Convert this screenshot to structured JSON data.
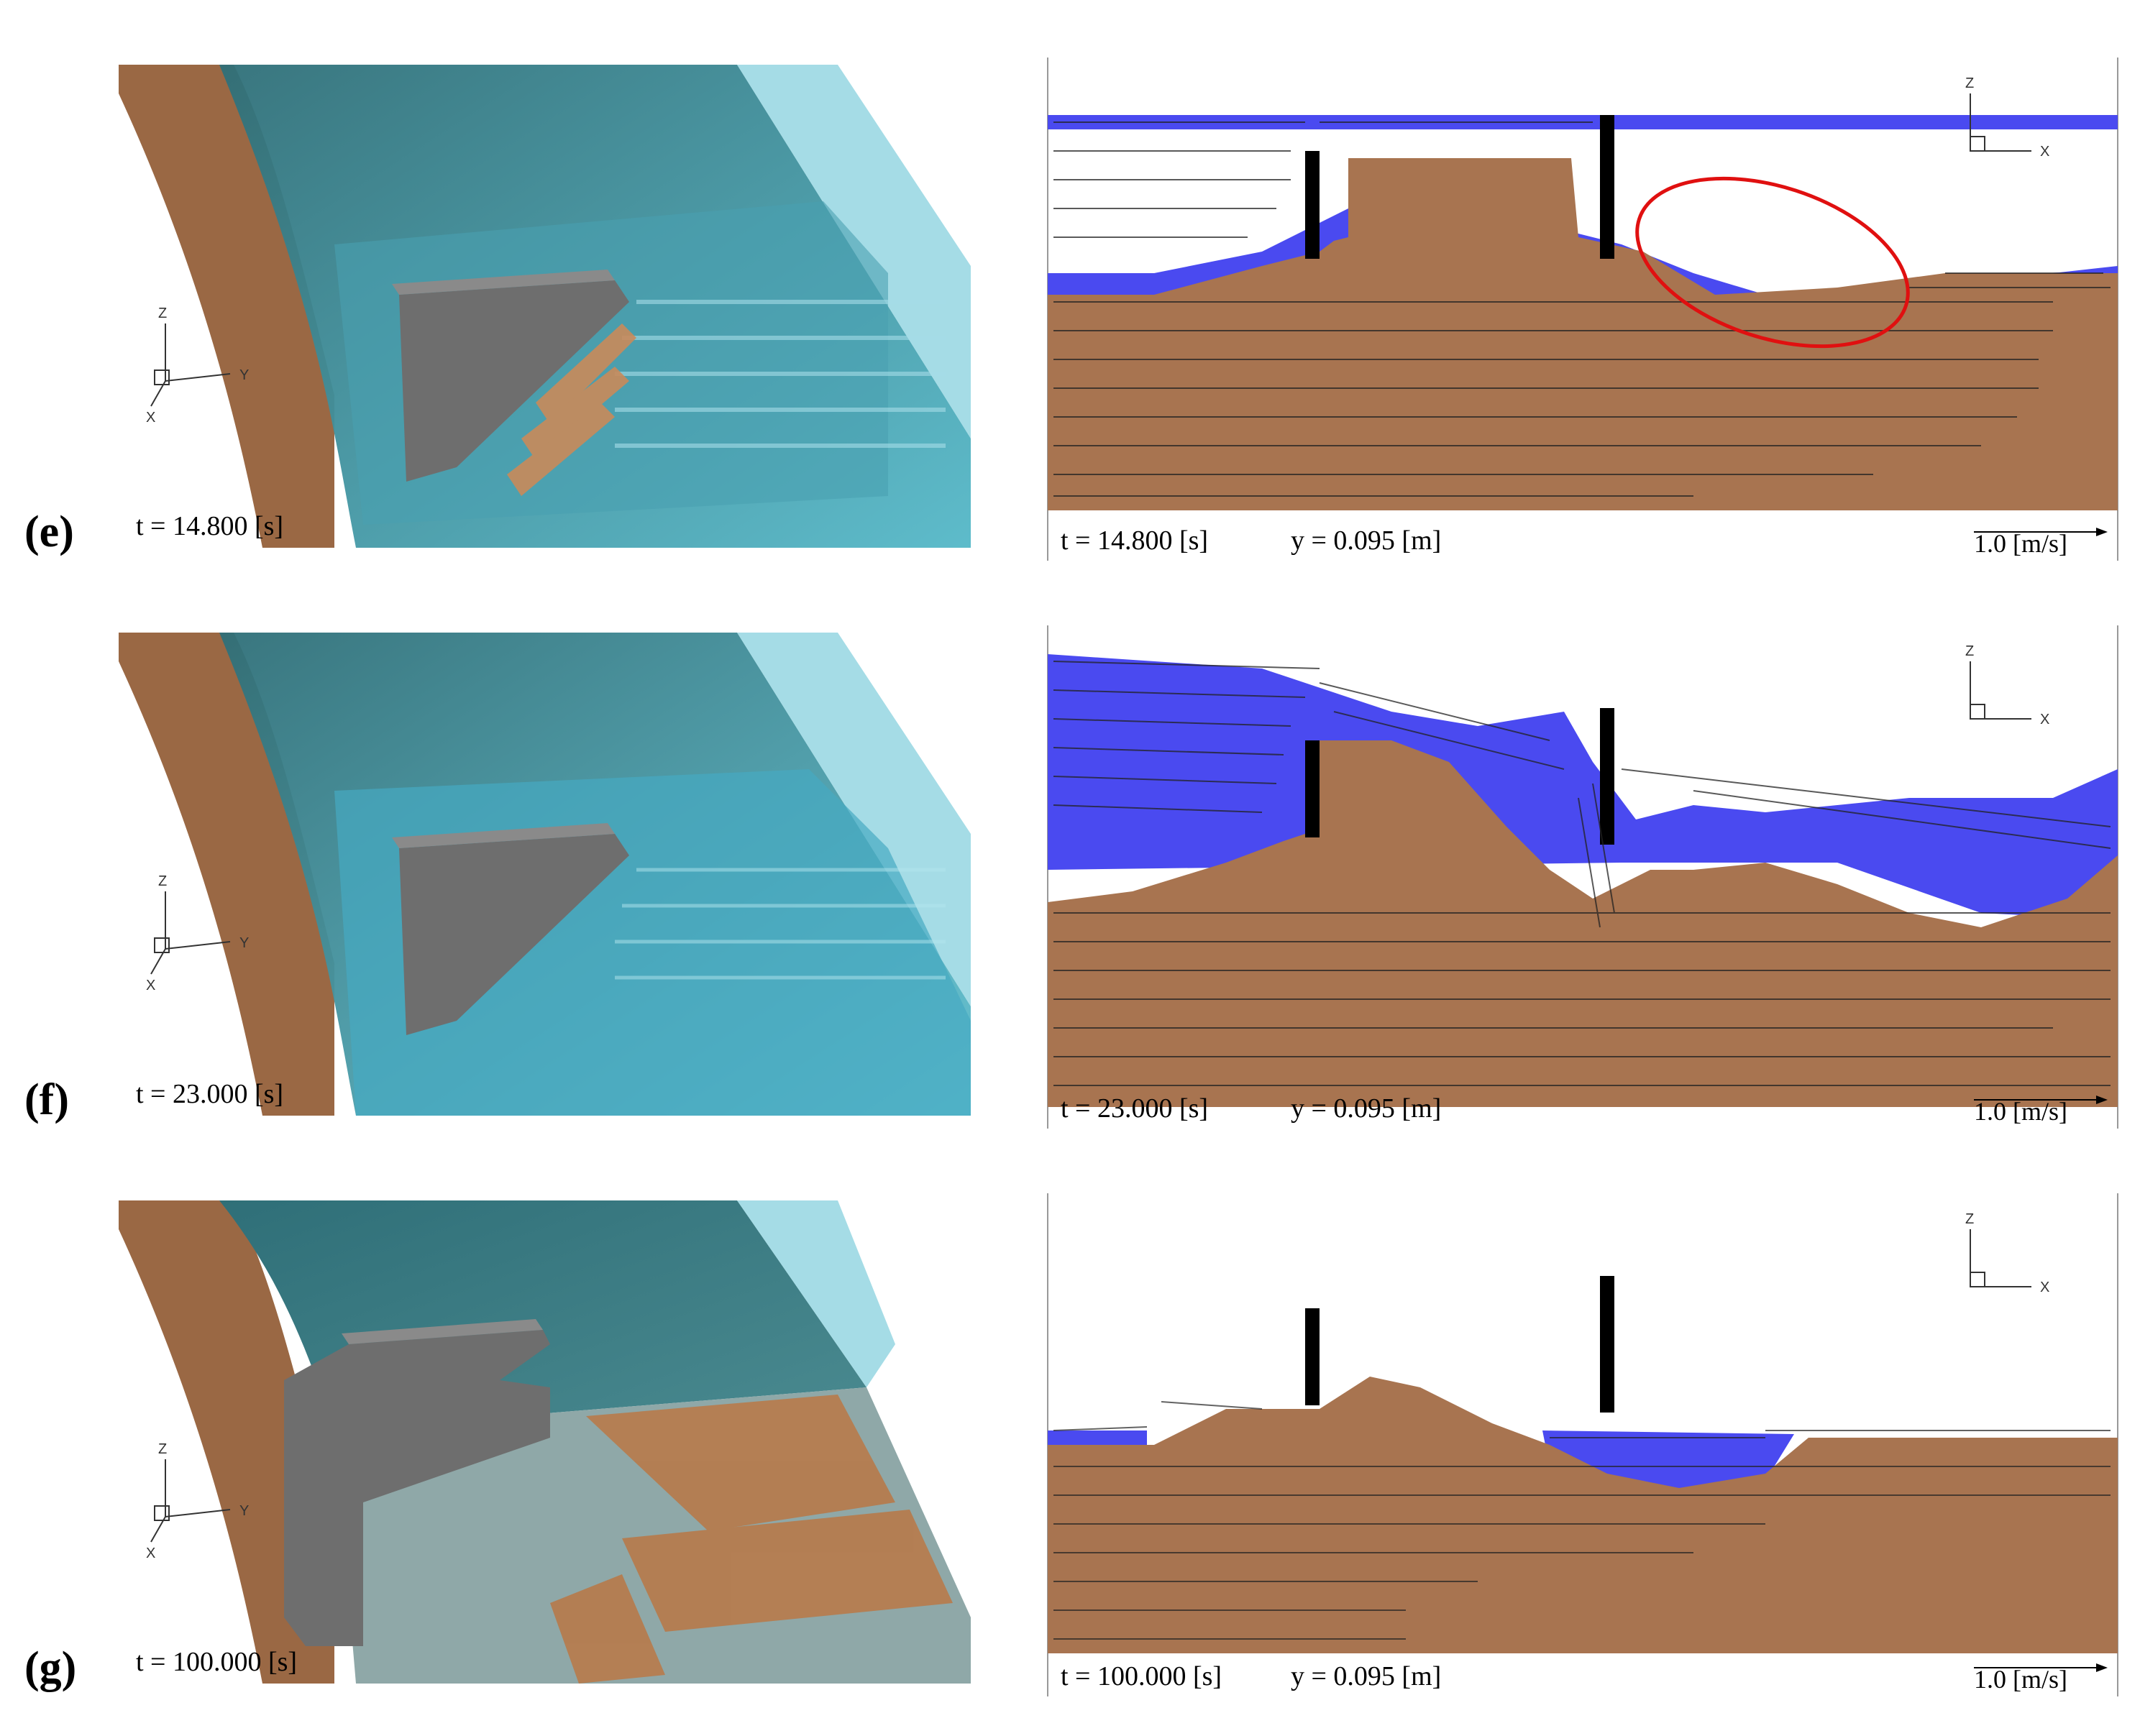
{
  "panels": [
    {
      "label": "e",
      "time_left": "t = 14.800 [s]",
      "time_right": "t = 14.800 [s]",
      "y_pos": "y = 0.095 [m]",
      "vel_scale": "1.0 [m/s]"
    },
    {
      "label": "f",
      "time_left": "t = 23.000 [s]",
      "time_right": "t = 23.000 [s]",
      "y_pos": "y = 0.095 [m]",
      "vel_scale": "1.0 [m/s]"
    },
    {
      "label": "g",
      "time_left": "t = 100.000 [s]",
      "time_right": "t = 100.000 [s]",
      "y_pos": "y = 0.095 [m]",
      "vel_scale": "1.0 [m/s]"
    }
  ],
  "axes_3d": {
    "z": "Z",
    "y": "Y",
    "x": "X"
  },
  "axes_2d": {
    "z": "Z",
    "x": "X"
  },
  "colors": {
    "sediment": "#a87450",
    "water_2d": "#4a4af0",
    "water_3d": "#3fa9c0",
    "structure": "#6e6e6e",
    "highlight": "#e01010"
  }
}
